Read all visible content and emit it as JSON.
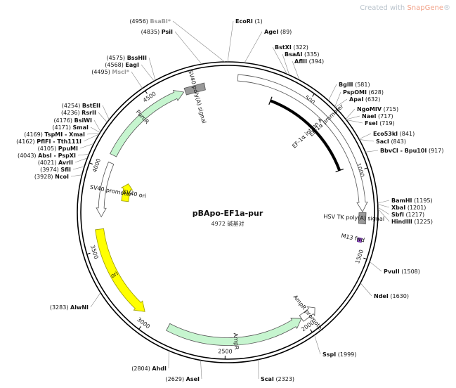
{
  "watermark": {
    "prefix": "Created with ",
    "brand": "SnapGene",
    "suffix": "®"
  },
  "plasmid": {
    "name": "pBApo-EF1a-pur",
    "size_label": "4972 碱基对",
    "length": 4972
  },
  "ticks": [
    {
      "pos": 500,
      "label": "500"
    },
    {
      "pos": 1000,
      "label": "1000"
    },
    {
      "pos": 1500,
      "label": "1500"
    },
    {
      "pos": 2000,
      "label": "2000"
    },
    {
      "pos": 2500,
      "label": "2500"
    },
    {
      "pos": 3000,
      "label": "3000"
    },
    {
      "pos": 3500,
      "label": "3500"
    },
    {
      "pos": 4000,
      "label": "4000"
    },
    {
      "pos": 4500,
      "label": "4500"
    }
  ],
  "sites": [
    {
      "name": "BsaBI*",
      "pos": 4956,
      "pos_label": "(4956)",
      "dim": true
    },
    {
      "name": "EcoRI",
      "pos": 1,
      "pos_label": "(1)",
      "dim": false
    },
    {
      "name": "PsiI",
      "pos": 4835,
      "pos_label": "(4835)",
      "dim": false
    },
    {
      "name": "AgeI",
      "pos": 89,
      "pos_label": "(89)",
      "dim": false
    },
    {
      "name": "BstXI",
      "pos": 322,
      "pos_label": "(322)",
      "dim": false
    },
    {
      "name": "BsaAI",
      "pos": 335,
      "pos_label": "(335)",
      "dim": false
    },
    {
      "name": "AflII",
      "pos": 394,
      "pos_label": "(394)",
      "dim": false
    },
    {
      "name": "BssHII",
      "pos": 4575,
      "pos_label": "(4575)",
      "dim": false
    },
    {
      "name": "EagI",
      "pos": 4568,
      "pos_label": "(4568)",
      "dim": false
    },
    {
      "name": "MscI*",
      "pos": 4495,
      "pos_label": "(4495)",
      "dim": true
    },
    {
      "name": "BglII",
      "pos": 581,
      "pos_label": "(581)",
      "dim": false
    },
    {
      "name": "PspOMI",
      "pos": 628,
      "pos_label": "(628)",
      "dim": false
    },
    {
      "name": "ApaI",
      "pos": 632,
      "pos_label": "(632)",
      "dim": false
    },
    {
      "name": "NgoMIV",
      "pos": 715,
      "pos_label": "(715)",
      "dim": false
    },
    {
      "name": "NaeI",
      "pos": 717,
      "pos_label": "(717)",
      "dim": false
    },
    {
      "name": "FseI",
      "pos": 719,
      "pos_label": "(719)",
      "dim": false
    },
    {
      "name": "BstEII",
      "pos": 4254,
      "pos_label": "(4254)",
      "dim": false
    },
    {
      "name": "RsrII",
      "pos": 4236,
      "pos_label": "(4236)",
      "dim": false
    },
    {
      "name": "BsiWI",
      "pos": 4176,
      "pos_label": "(4176)",
      "dim": false
    },
    {
      "name": "SmaI",
      "pos": 4171,
      "pos_label": "(4171)",
      "dim": false
    },
    {
      "name": "TspMI - XmaI",
      "pos": 4169,
      "pos_label": "(4169)",
      "dim": false
    },
    {
      "name": "PflFI - Tth111I",
      "pos": 4162,
      "pos_label": "(4162)",
      "dim": false
    },
    {
      "name": "PpuMI",
      "pos": 4105,
      "pos_label": "(4105)",
      "dim": false
    },
    {
      "name": "AbsI - PspXI",
      "pos": 4043,
      "pos_label": "(4043)",
      "dim": false
    },
    {
      "name": "AvrII",
      "pos": 4021,
      "pos_label": "(4021)",
      "dim": false
    },
    {
      "name": "SfiI",
      "pos": 3974,
      "pos_label": "(3974)",
      "dim": false
    },
    {
      "name": "NcoI",
      "pos": 3928,
      "pos_label": "(3928)",
      "dim": false
    },
    {
      "name": "Eco53kI",
      "pos": 841,
      "pos_label": "(841)",
      "dim": false
    },
    {
      "name": "SacI",
      "pos": 843,
      "pos_label": "(843)",
      "dim": false
    },
    {
      "name": "BbvCI - Bpu10I",
      "pos": 917,
      "pos_label": "(917)",
      "dim": false
    },
    {
      "name": "BamHI",
      "pos": 1195,
      "pos_label": "(1195)",
      "dim": false
    },
    {
      "name": "XbaI",
      "pos": 1201,
      "pos_label": "(1201)",
      "dim": false
    },
    {
      "name": "SbfI",
      "pos": 1217,
      "pos_label": "(1217)",
      "dim": false
    },
    {
      "name": "HindIII",
      "pos": 1225,
      "pos_label": "(1225)",
      "dim": false
    },
    {
      "name": "PvuII",
      "pos": 1508,
      "pos_label": "(1508)",
      "dim": false
    },
    {
      "name": "NdeI",
      "pos": 1630,
      "pos_label": "(1630)",
      "dim": false
    },
    {
      "name": "AlwNI",
      "pos": 3283,
      "pos_label": "(3283)",
      "dim": false
    },
    {
      "name": "SspI",
      "pos": 1999,
      "pos_label": "(1999)",
      "dim": false
    },
    {
      "name": "AhdI",
      "pos": 2804,
      "pos_label": "(2804)",
      "dim": false
    },
    {
      "name": "ScaI",
      "pos": 2323,
      "pos_label": "(2323)",
      "dim": false
    },
    {
      "name": "AseI",
      "pos": 2629,
      "pos_label": "(2629)",
      "dim": false
    }
  ],
  "features": [
    {
      "name": "EF-1α promoter",
      "start": 60,
      "end": 1240,
      "type": "promoter",
      "color": "#ffffff"
    },
    {
      "name": "EF-1α intron A",
      "start": 290,
      "end": 960,
      "type": "intron",
      "color": "#000000"
    },
    {
      "name": "HSV TK poly(A) signal",
      "start": 1245,
      "end": 1310,
      "type": "terminator",
      "color": "#999999"
    },
    {
      "name": "M13 fwd",
      "start": 1395,
      "end": 1412,
      "type": "primer",
      "color": "#9b4fd0"
    },
    {
      "name": "AmpR promoter",
      "start": 1900,
      "end": 2005,
      "type": "promoter",
      "color": "#ffffff"
    },
    {
      "name": "AmpR",
      "start": 2005,
      "end": 2865,
      "type": "gene",
      "color": "#c6f5cf"
    },
    {
      "name": "ori",
      "start": 3036,
      "end": 3625,
      "type": "rep_origin",
      "color": "#ffff00"
    },
    {
      "name": "SV40 ori",
      "start": 3814,
      "end": 3950,
      "type": "rep_origin",
      "color": "#ffff00"
    },
    {
      "name": "SV40 promoter",
      "start": 3700,
      "end": 4045,
      "type": "promoter",
      "color": "#ffffff"
    },
    {
      "name": "PuroR",
      "start": 4095,
      "end": 4695,
      "type": "gene",
      "color": "#c6f5cf"
    },
    {
      "name": "SV40 poly(A) signal",
      "start": 4705,
      "end": 4830,
      "type": "terminator",
      "color": "#999999"
    }
  ]
}
